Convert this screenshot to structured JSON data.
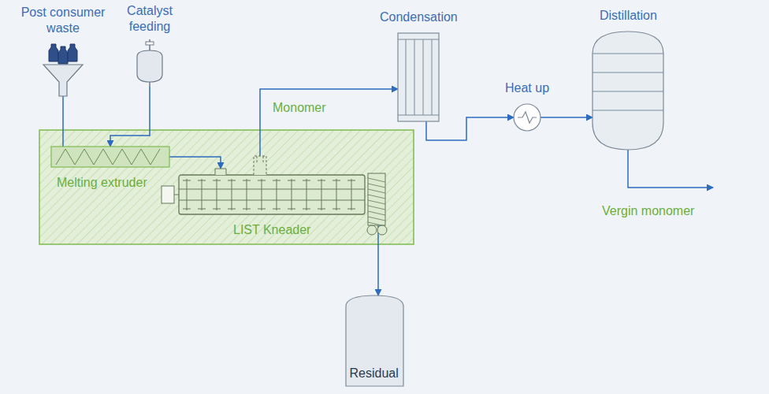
{
  "diagram": {
    "nodes": [
      {
        "text": [
          "Post consumer waste"
        ]
      },
      {
        "text": [
          "Catalyst feeding"
        ]
      },
      {
        "text": [
          "Melting extruder"
        ]
      },
      {
        "text": [
          "LIST Kneader"
        ]
      },
      {
        "text": [
          "Condensation"
        ]
      },
      {
        "text": [
          "Heat up"
        ]
      },
      {
        "text": [
          "Distillation"
        ]
      },
      {
        "text": [
          "Residual"
        ]
      }
    ],
    "edges": [
      {
        "from": 0,
        "to": 2,
        "arrow": "none"
      },
      {
        "from": 1,
        "to": 2,
        "arrow": "to"
      },
      {
        "from": 2,
        "to": 3,
        "arrow": "to"
      },
      {
        "from": 3,
        "to": 4,
        "label": "Monomer",
        "arrow": "to"
      },
      {
        "from": 4,
        "to": 5,
        "arrow": "to"
      },
      {
        "from": 5,
        "to": 6,
        "arrow": "to"
      },
      {
        "from": 3,
        "to": 7,
        "arrow": "to"
      }
    ],
    "labels": [
      "Vergin monomer"
    ]
  }
}
